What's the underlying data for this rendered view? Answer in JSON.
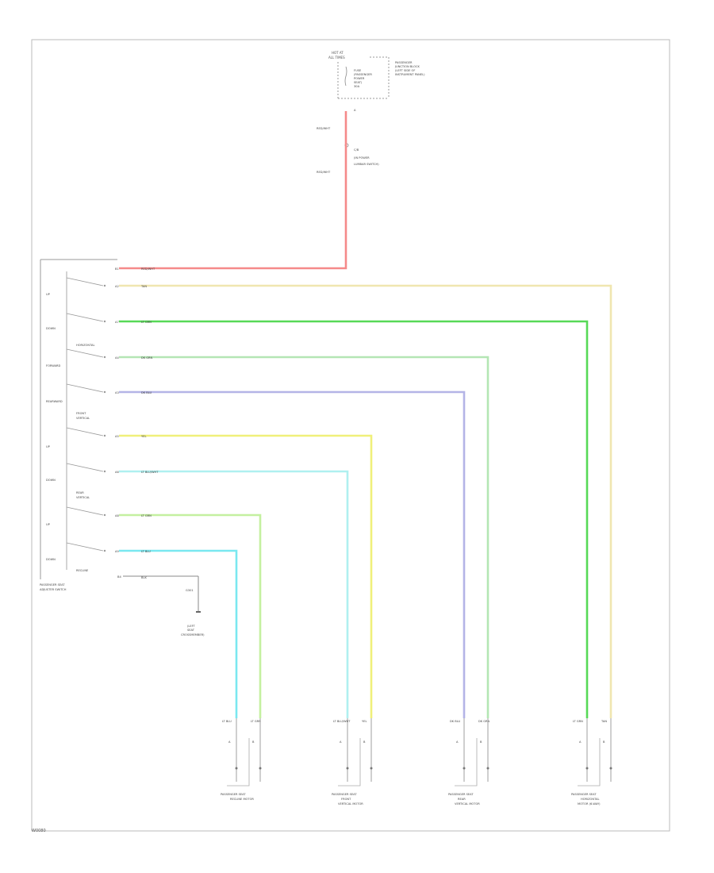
{
  "top_block": {
    "title_1": "HOT AT",
    "title_2": "ALL TIMES",
    "fuse_line_1": "FUSE",
    "fuse_line_2": "(PASSENGER",
    "fuse_line_3": "POWER",
    "fuse_line_4": "SEAT)",
    "fuse_line_5": "30A",
    "fuse_loc_1": "PASSENGER",
    "fuse_loc_2": "JUNCTION BLOCK",
    "fuse_loc_3": "(LEFT SIDE OF",
    "fuse_loc_4": "INSTRUMENT PANEL)",
    "pin_top": "A"
  },
  "breaker": {
    "wire_above": "RED/WHT",
    "name_1": "C/B",
    "name_2": "(IN POWER",
    "name_3": "LUMBAR SWITCH)",
    "wire_below": "RED/WHT"
  },
  "switch_block": {
    "label_1": "PASSENGER SEAT",
    "label_2": "ADJUSTER SWITCH",
    "sub_horiz": "HORIZONTAL",
    "sub_front": "FRONT",
    "sub_front_2": "VERTICAL",
    "sub_rear": "REAR",
    "sub_rear_2": "VERTICAL",
    "sub_recline": "RECLINE",
    "left_labels": [
      "UP",
      "DOWN",
      "FORWARD",
      "REARWARD",
      "UP",
      "DOWN",
      "UP",
      "DOWN"
    ],
    "ground_wire": "BLK",
    "ground_pin": "B4",
    "ground_name_1": "G301",
    "ground_name_2": "(LEFT",
    "ground_name_3": "SEAT",
    "ground_name_4": "CROSSMEMBER)"
  },
  "wires": [
    {
      "pin": "B1",
      "label": "RED/WHT",
      "color": "#f58a8a"
    },
    {
      "pin": "A2",
      "label": "TAN",
      "color": "#f0e6b0"
    },
    {
      "pin": "A7",
      "label": "LT GRN",
      "color": "#57d957"
    },
    {
      "pin": "A4",
      "label": "DK GRN",
      "color": "#b4e6b4"
    },
    {
      "pin": "A3",
      "label": "DK BLU",
      "color": "#b4b4e6"
    },
    {
      "pin": "A5",
      "label": "YEL",
      "color": "#f0f07a"
    },
    {
      "pin": "A6",
      "label": "LT BLU/WHT",
      "color": "#aff0f0"
    },
    {
      "pin": "A8",
      "label": "LT GRN",
      "color": "#c4f0a0"
    },
    {
      "pin": "A9",
      "label": "LT BLU",
      "color": "#7ae8f0"
    }
  ],
  "motors": [
    {
      "name_1": "PASSENGER SEAT",
      "name_2": "RECLINE MOTOR",
      "name_3": "",
      "left_wire": "LT BLU",
      "right_wire": "LT GRN",
      "left_pin": "A",
      "right_pin": "B"
    },
    {
      "name_1": "PASSENGER SEAT",
      "name_2": "FRONT",
      "name_3": "VERTICAL MOTOR",
      "left_wire": "LT BLU/WHT",
      "right_wire": "YEL",
      "left_pin": "A",
      "right_pin": "B"
    },
    {
      "name_1": "PASSENGER SEAT",
      "name_2": "REAR",
      "name_3": "VERTICAL MOTOR",
      "left_wire": "DK BLU",
      "right_wire": "DK GRN",
      "left_pin": "A",
      "right_pin": "B"
    },
    {
      "name_1": "PASSENGER SEAT",
      "name_2": "HORIZONTAL",
      "name_3": "MOTOR (6-WAY)",
      "left_wire": "LT GRN",
      "right_wire": "TAN",
      "left_pin": "A",
      "right_pin": "B"
    }
  ],
  "footer": "W0080"
}
